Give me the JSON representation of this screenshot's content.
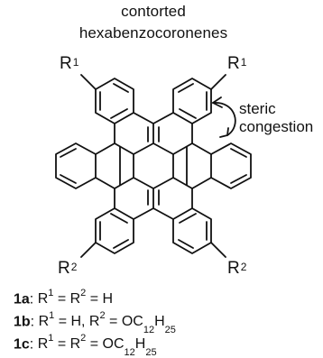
{
  "figure": {
    "title_line1": "contorted",
    "title_line2": "hexabenzocoronenes",
    "annotation_line1": "steric",
    "annotation_line2": "congestion",
    "substituent_label": "R",
    "superscript_1": "1",
    "superscript_2": "2",
    "compounds": [
      {
        "id": "1a",
        "desc_html": "R<sup>1</sup> = R<sup>2</sup> = H"
      },
      {
        "id": "1b",
        "desc_html": "R<sup>1</sup> = H, R<sup>2</sup> = OC<sub>12</sub>H<sub>25</sub>"
      },
      {
        "id": "1c",
        "desc_html": "R<sup>1</sup> = R<sup>2</sup> = OC<sub>12</sub>H<sub>25</sub>"
      }
    ]
  }
}
